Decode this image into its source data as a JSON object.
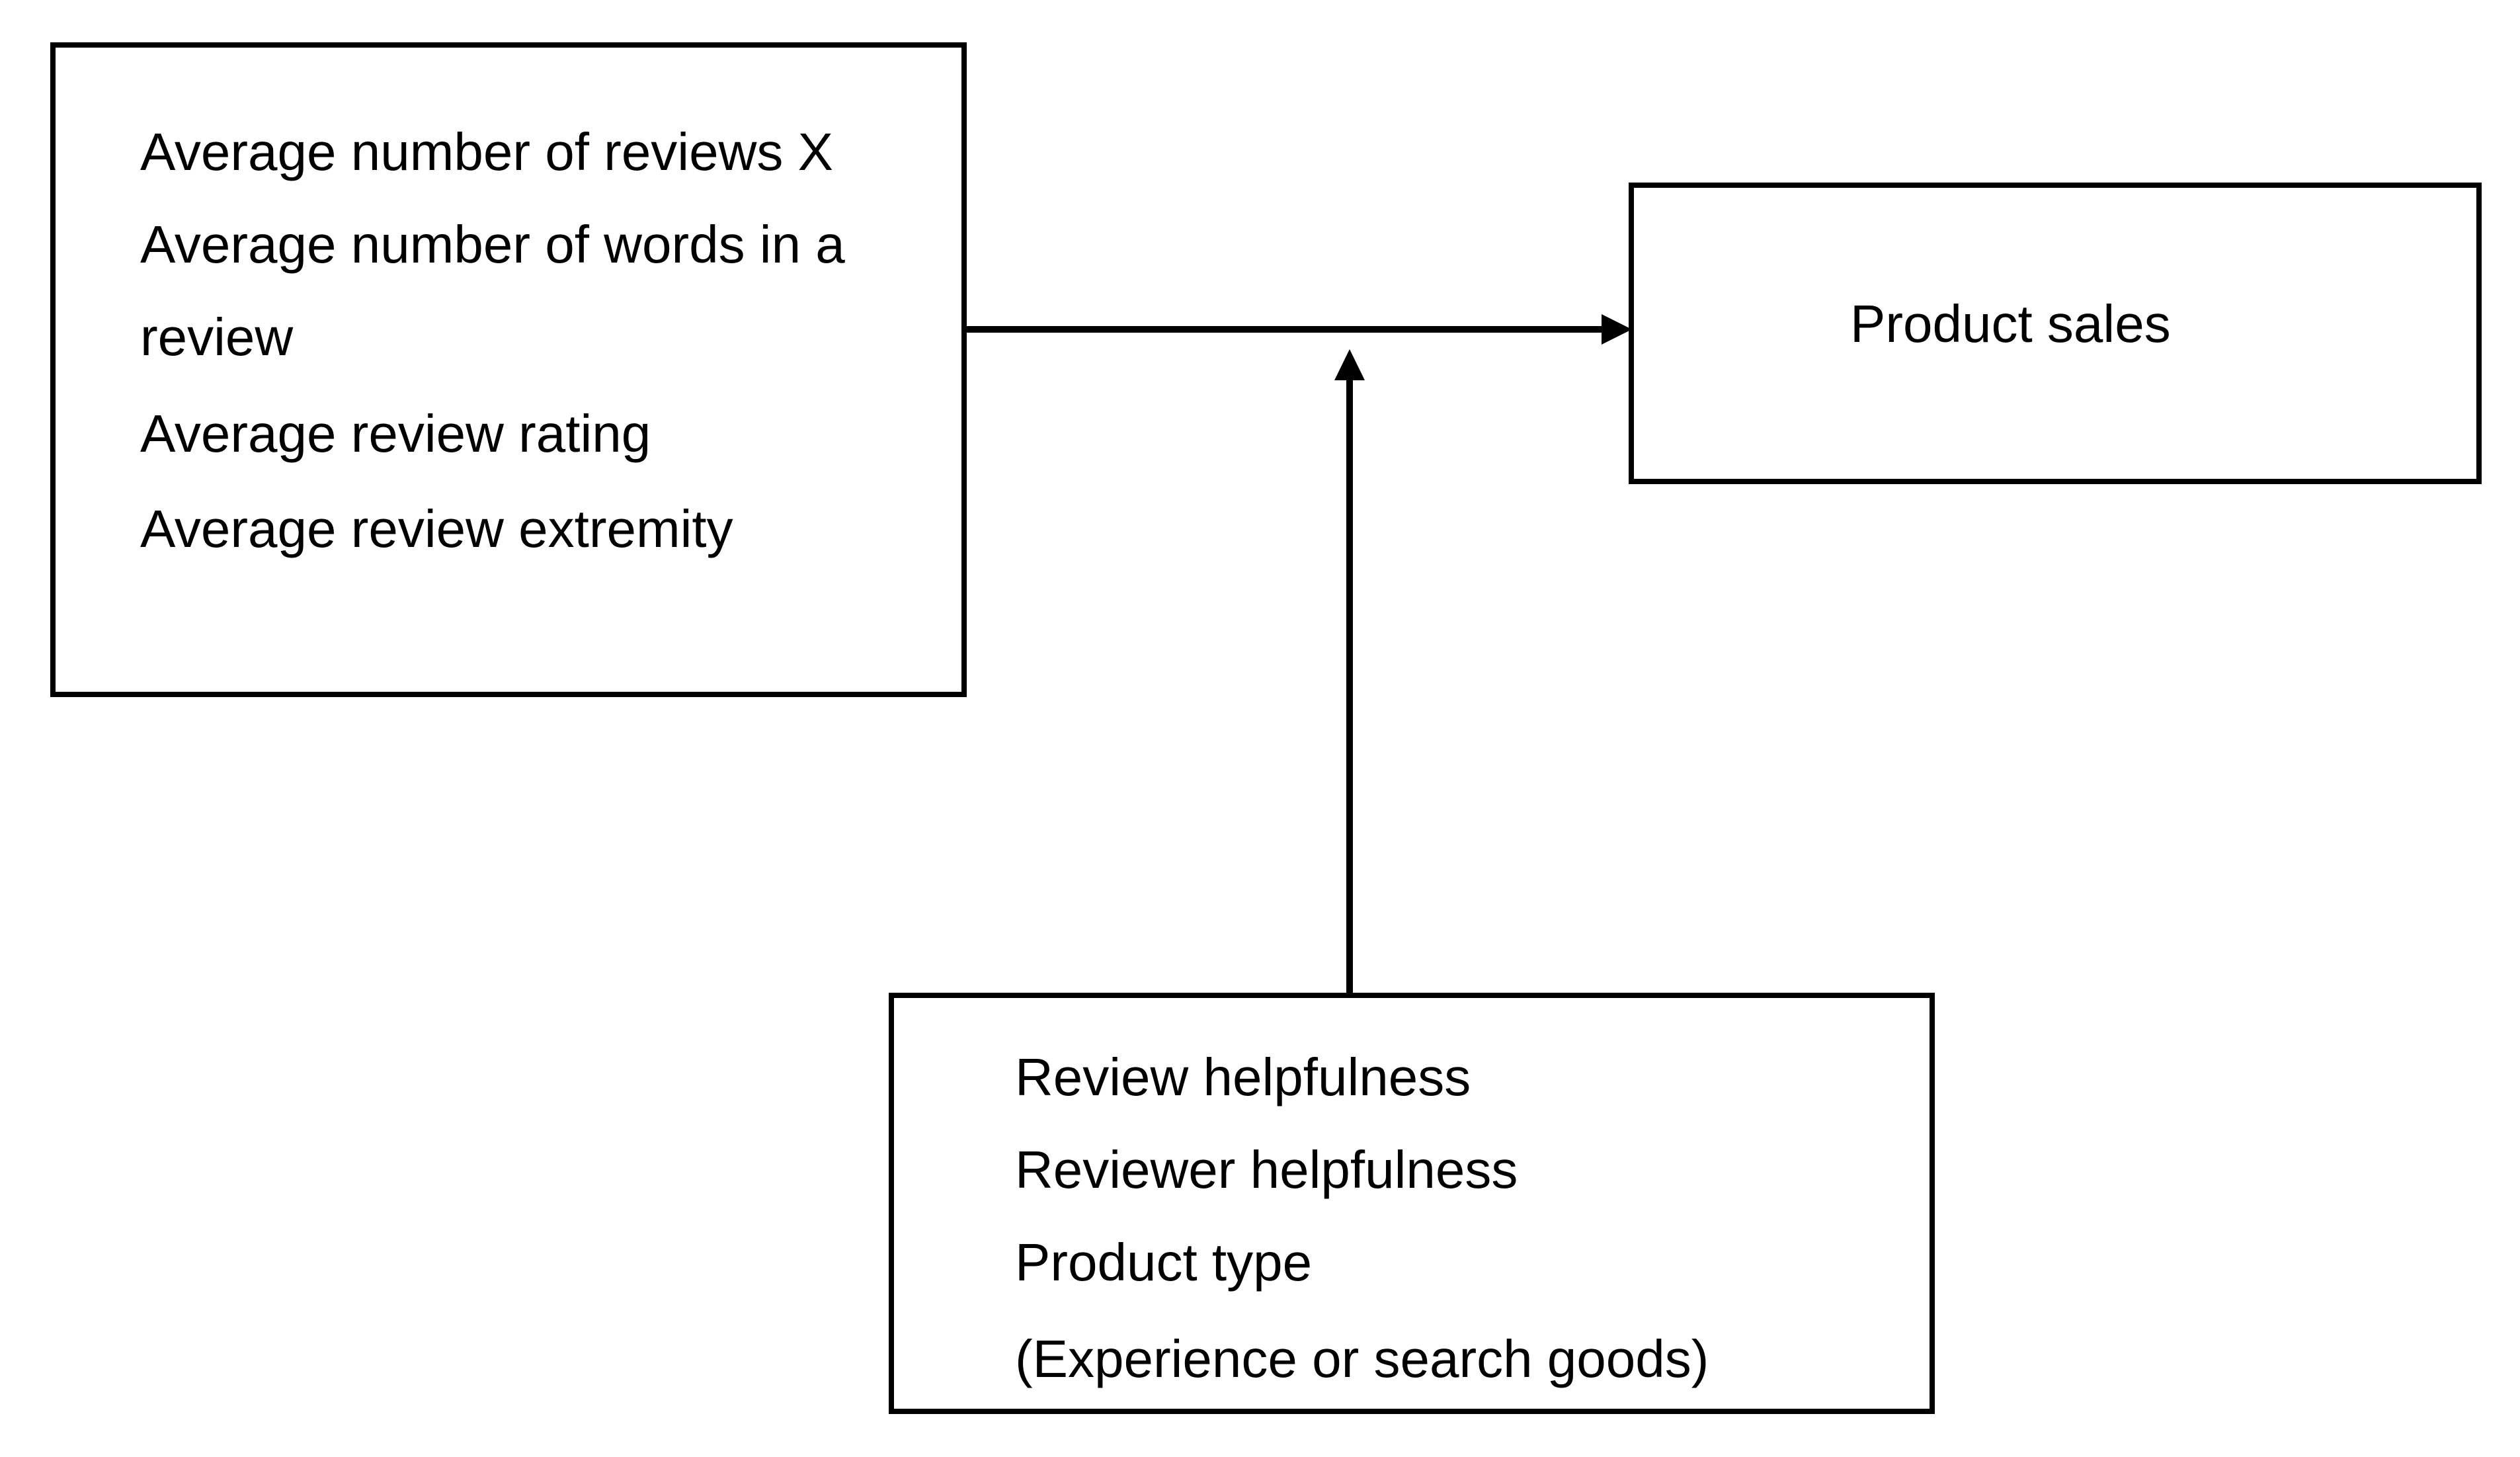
{
  "predictors": {
    "lines": [
      "Average number of reviews X",
      "Average number of words in a",
      "review",
      "Average review rating",
      "Average review extremity"
    ]
  },
  "outcome": {
    "label": "Product sales"
  },
  "moderators": {
    "lines": [
      "Review helpfulness",
      "Reviewer helpfulness",
      "Product type",
      "(Experience or search goods)"
    ]
  }
}
